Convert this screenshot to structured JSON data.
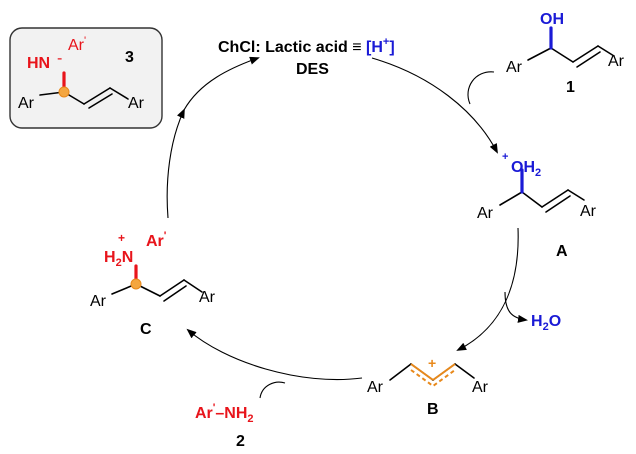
{
  "catalyst": {
    "line1_prefix": "ChCl: Lactic acid ≡ ",
    "line1_proton": "[H",
    "line1_plus": "+",
    "line1_close": "]",
    "line2": "DES"
  },
  "compound1": {
    "label": "1",
    "oh": "OH",
    "ar": "Ar"
  },
  "compoundA": {
    "label": "A",
    "oh2": "OH",
    "sub2": "2",
    "plus": "+",
    "ar": "Ar"
  },
  "water": {
    "h": "H",
    "sub2": "2",
    "o": "O"
  },
  "compoundB": {
    "label": "B",
    "ar": "Ar",
    "plus": "+"
  },
  "amine": {
    "label": "2",
    "ar": "Ar",
    "prime": "'",
    "dash": "–NH",
    "sub2": "2"
  },
  "compoundC": {
    "label": "C",
    "h2n": "H",
    "sub2": "2",
    "n": "N",
    "plus": "+",
    "arprime": "Ar",
    "prime": "'",
    "ar": "Ar"
  },
  "product3": {
    "label": "3",
    "hn": "HN",
    "dash": "-",
    "arprime": "Ar",
    "prime": "'",
    "ar": "Ar"
  },
  "colors": {
    "red": "#e8141b",
    "blue": "#1a1ad6",
    "orange": "#e8891b",
    "black": "#000000"
  }
}
